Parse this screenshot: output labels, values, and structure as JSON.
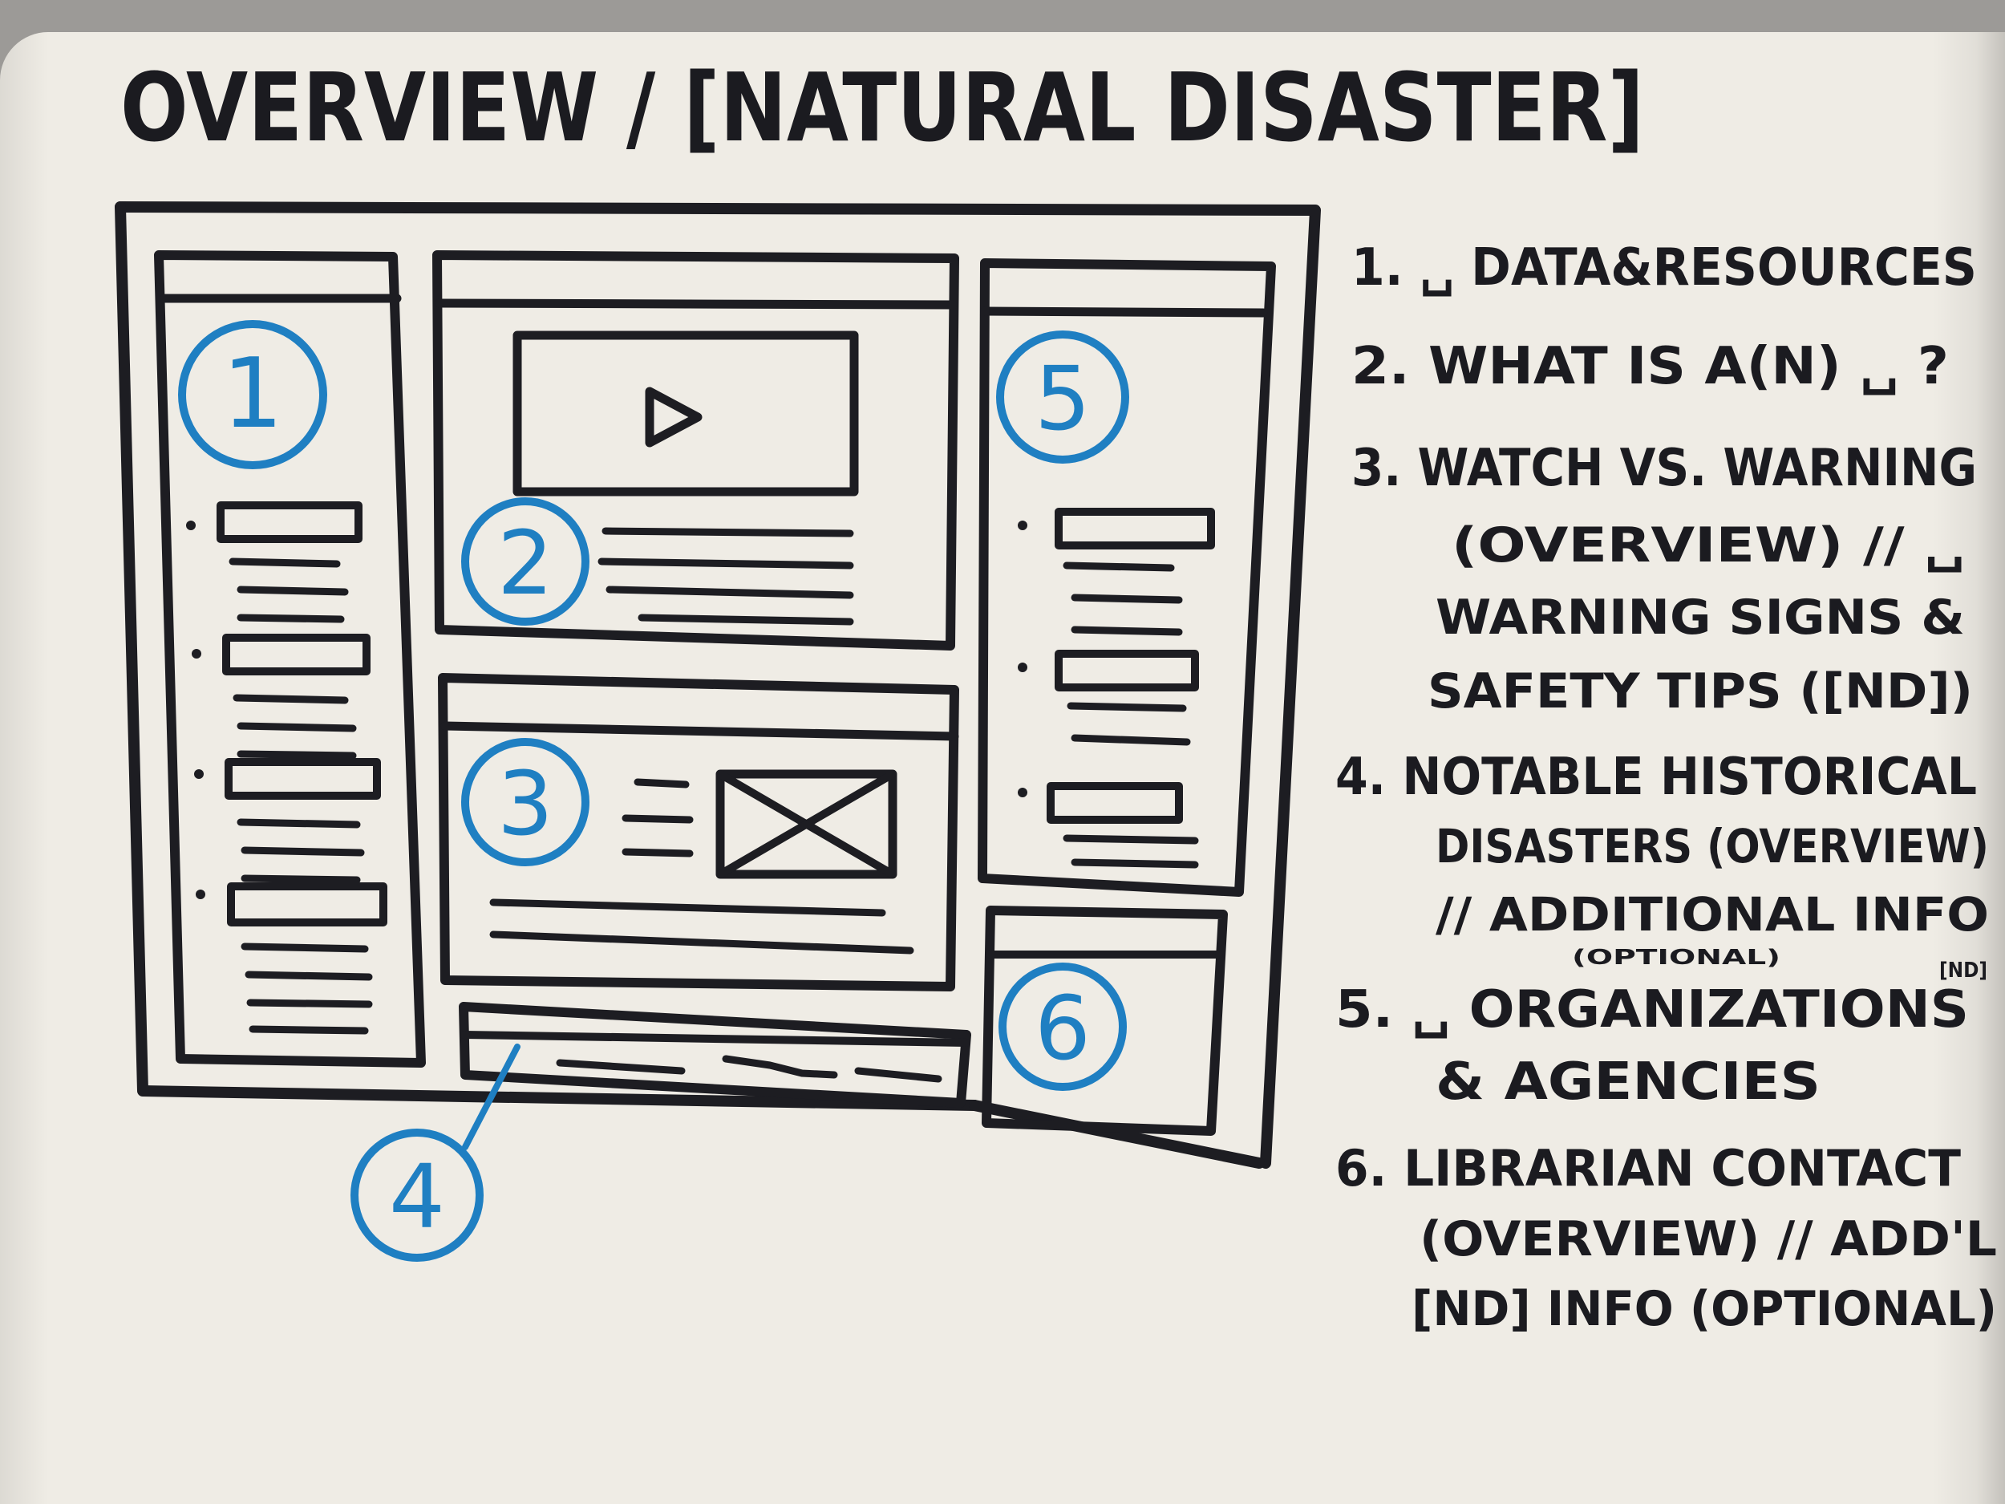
{
  "title": "OVERVIEW / [NATURAL DISASTER]",
  "callouts": [
    "1",
    "2",
    "3",
    "4",
    "5",
    "6"
  ],
  "legend": [
    {
      "lines": [
        "1. ␣ DATA&RESOURCES"
      ]
    },
    {
      "lines": [
        "2. WHAT IS A(N) ␣ ?"
      ]
    },
    {
      "lines": [
        "3. WATCH VS. WARNING",
        "(OVERVIEW) // ␣",
        "WARNING SIGNS &",
        "SAFETY TIPS ([ND])"
      ]
    },
    {
      "lines": [
        "4. NOTABLE HISTORICAL",
        "DISASTERS (OVERVIEW)",
        "// ADDITIONAL INFO"
      ],
      "notes": [
        "(OPTIONAL)",
        "[ND]"
      ]
    },
    {
      "lines": [
        "5. ␣ ORGANIZATIONS",
        "& AGENCIES"
      ]
    },
    {
      "lines": [
        "6. LIBRARIAN CONTACT",
        "(OVERVIEW) // ADD'L",
        "[ND] INFO (OPTIONAL)"
      ]
    }
  ],
  "colors": {
    "paper": "#efece5",
    "ink": "#1d1d22",
    "callout": "#1f7fc2",
    "background": "#9c9a97"
  },
  "icons": [
    "play-icon",
    "image-placeholder-icon"
  ]
}
